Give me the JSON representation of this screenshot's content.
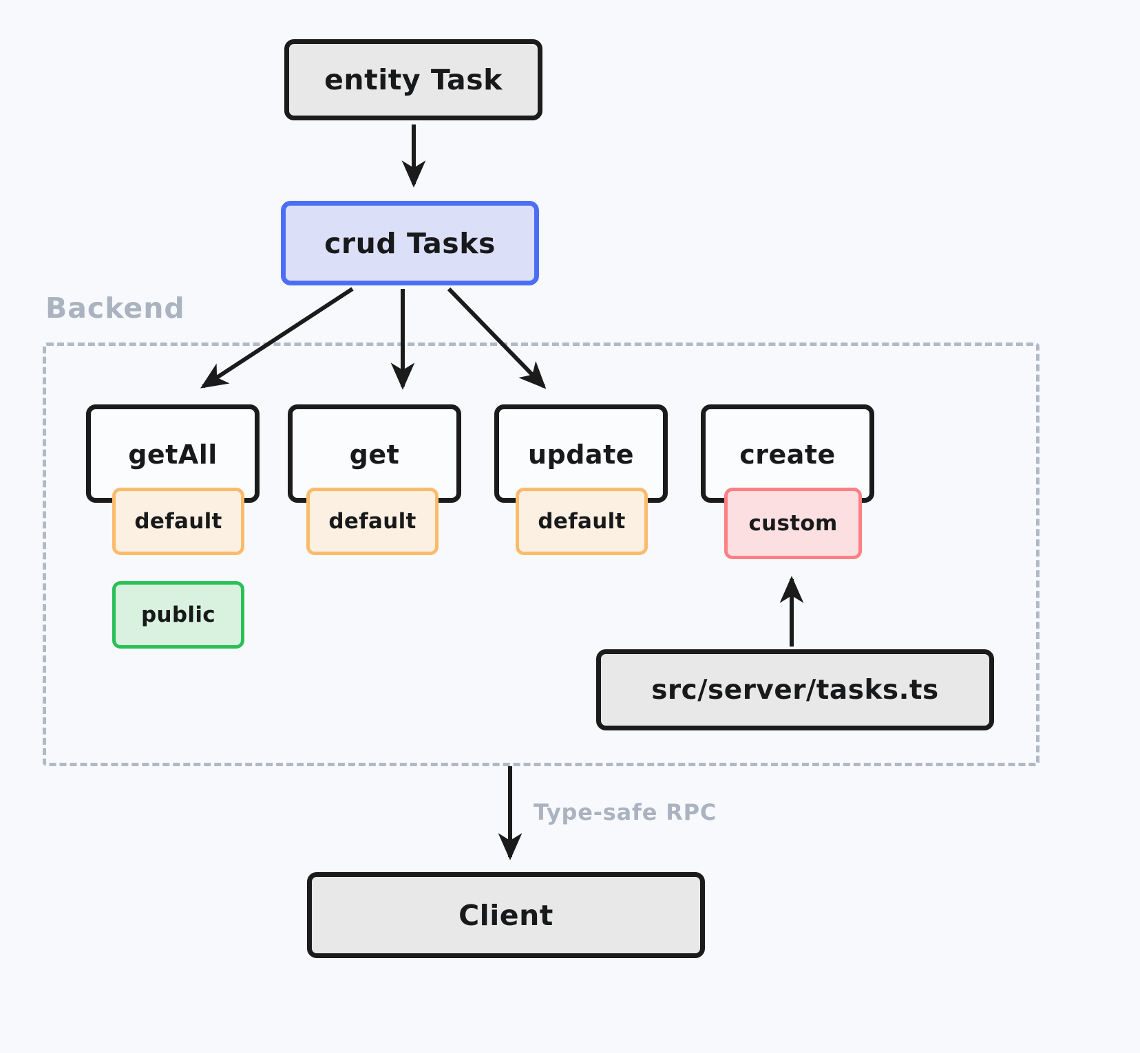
{
  "diagram": {
    "title_nodes": {
      "entity": "entity Task",
      "crud": "crud Tasks",
      "src_file": "src/server/tasks.ts",
      "client": "Client"
    },
    "subgraph": {
      "label": "Backend"
    },
    "methods": [
      {
        "id": "getAll",
        "label": "getAll",
        "badges": [
          "default",
          "public"
        ]
      },
      {
        "id": "get",
        "label": "get",
        "badges": [
          "default"
        ]
      },
      {
        "id": "update",
        "label": "update",
        "badges": [
          "default"
        ]
      },
      {
        "id": "create",
        "label": "create",
        "badges": [
          "custom"
        ]
      }
    ],
    "badges": {
      "getall_default": "default",
      "getall_public": "public",
      "get_default": "default",
      "update_default": "default",
      "create_custom": "custom"
    },
    "edge_labels": {
      "rpc": "Type-safe RPC"
    },
    "colors": {
      "background": "#f7f9fc",
      "node_dark_fill": "#e8e8e8",
      "node_stroke": "#1b1b1b",
      "crud_stroke": "#4c6ef5",
      "crud_fill": "#dcdff8",
      "badge_default_stroke": "#fbbb6b",
      "badge_default_fill": "#fcf0e2",
      "badge_public_stroke": "#2bbf57",
      "badge_public_fill": "#d9f1df",
      "badge_custom_stroke": "#fb8084",
      "badge_custom_fill": "#fbdfe1",
      "subgraph_border": "#b0bac6",
      "subgraph_label": "#aab3bf"
    }
  }
}
